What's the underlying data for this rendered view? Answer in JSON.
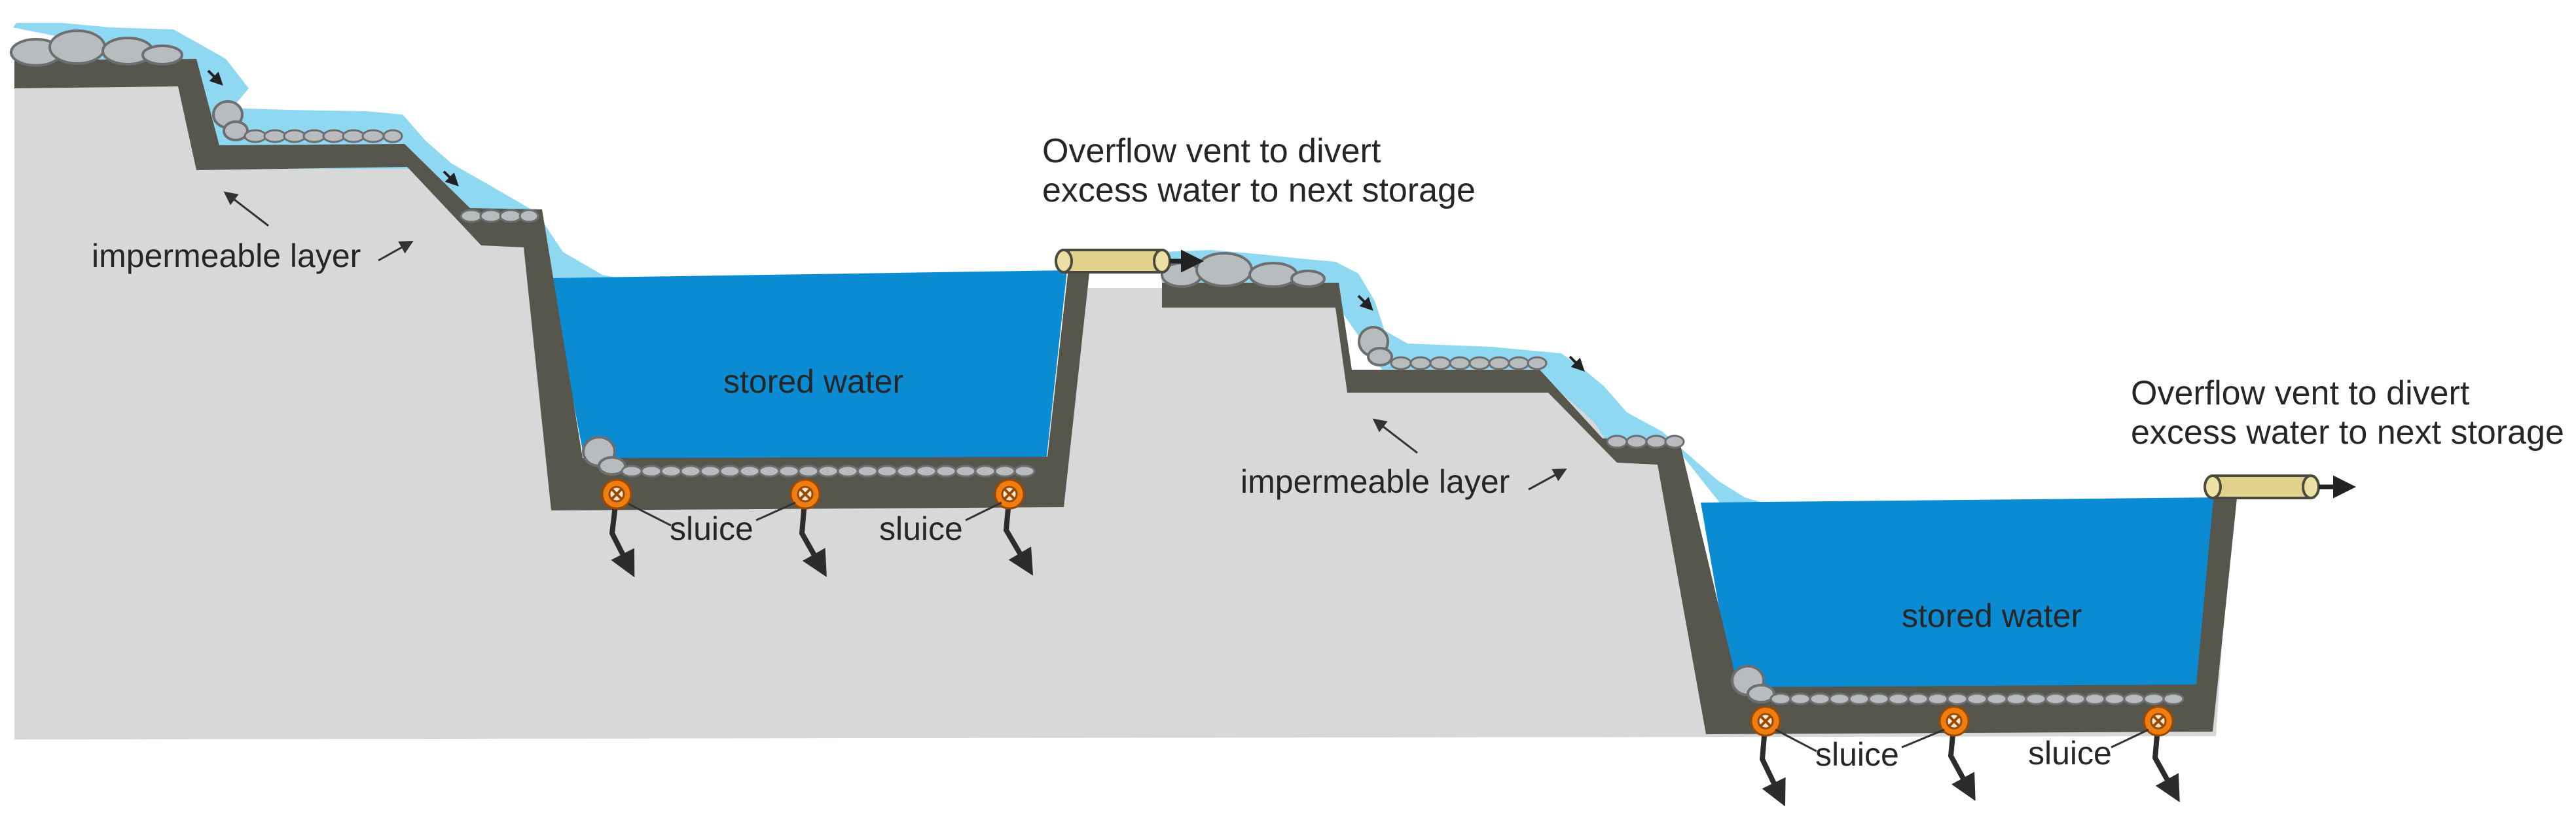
{
  "labels": {
    "impermeable_layer_1": "impermeable layer",
    "impermeable_layer_2": "impermeable layer",
    "stored_water_1": "stored water",
    "stored_water_2": "stored water",
    "overflow_1_line1": "Overflow vent to divert",
    "overflow_1_line2": "excess water to next storage",
    "overflow_2_line1": "Overflow vent to divert",
    "overflow_2_line2": "excess water to next storage",
    "sluice_1": "sluice",
    "sluice_2": "sluice",
    "sluice_3": "sluice",
    "sluice_4": "sluice"
  },
  "colors": {
    "ground": "#d7d9d9",
    "impermeable_layer": "#57564d",
    "runoff_water": "#8fd8f2",
    "stored_water": "#0a8bd2",
    "pipe": "#e2d18a",
    "sluice": "#ef7d12"
  }
}
